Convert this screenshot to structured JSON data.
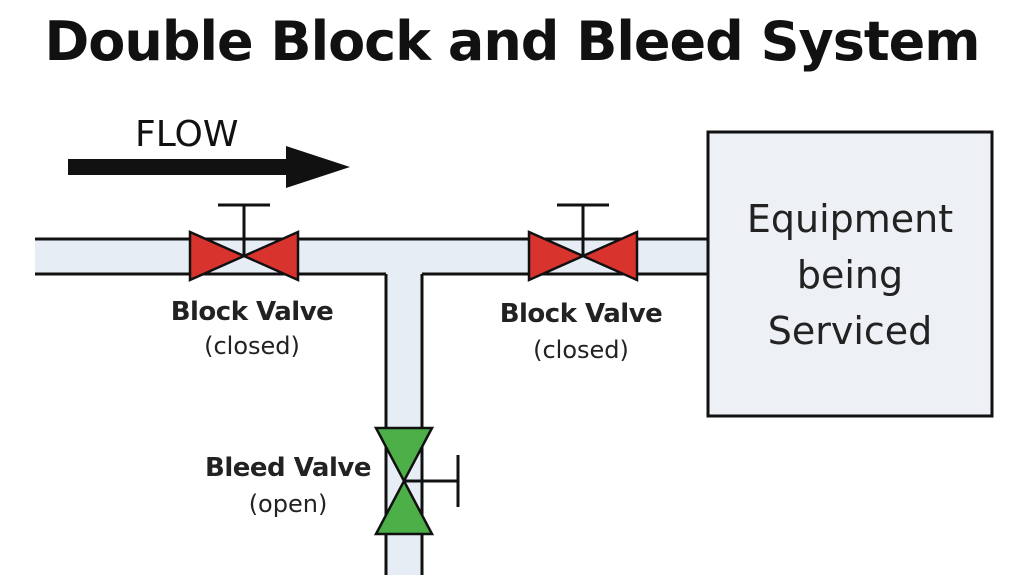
{
  "title": "Double Block and Bleed System",
  "flow": {
    "label": "FLOW"
  },
  "valves": {
    "block_left": {
      "name": "Block Valve",
      "state": "(closed)",
      "color": "#d9332e"
    },
    "block_right": {
      "name": "Block Valve",
      "state": "(closed)",
      "color": "#d9332e"
    },
    "bleed": {
      "name": "Bleed Valve",
      "state": "(open)",
      "color": "#4caf48"
    }
  },
  "equipment": {
    "line1": "Equipment",
    "line2": "being",
    "line3": "Serviced"
  },
  "colors": {
    "pipe_fill": "#e6edf5",
    "equipment_fill": "#edf0f4",
    "outline": "#111111"
  }
}
